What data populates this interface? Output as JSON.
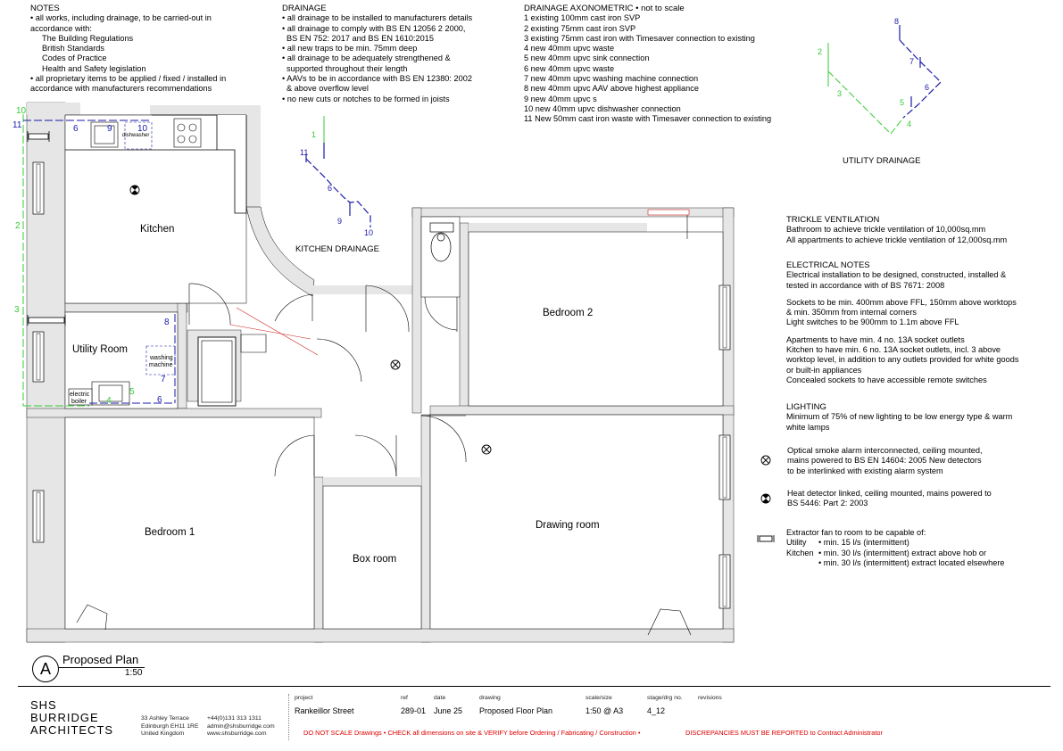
{
  "notes": {
    "title": "NOTES",
    "lines": [
      "• all works, including drainage, to be carried-out in",
      "accordance with:",
      "The Building Regulations",
      "British Standards",
      "Codes of Practice",
      "Health and Safety legislation",
      "• all proprietary items to be applied / fixed / installed in",
      "accordance with manufacturers recommendations"
    ]
  },
  "drainage": {
    "title": "DRAINAGE",
    "lines": [
      "• all drainage to be installed to manufacturers details",
      "• all drainage to comply with BS EN 12056 2 2000,",
      "BS EN 752: 2017 and BS EN 1610:2015",
      "• all new traps to be min. 75mm deep",
      "• all drainage to be adequately strengthened &",
      "supported throughout their length",
      "• AAVs to be in accordance with BS EN 12380: 2002",
      "& above overflow level",
      "• no new cuts or notches to be formed in joists"
    ]
  },
  "axonometric": {
    "title": "DRAINAGE AXONOMETRIC • not to scale",
    "items": [
      "1 existing 100mm cast iron SVP",
      "2 existing 75mm cast iron SVP",
      "3 existing 75mm cast iron  with Timesaver connection to existing",
      "4 new 40mm upvc waste",
      "5 new 40mm upvc sink connection",
      "6 new 40mm upvc waste",
      "7 new 40mm upvc washing machine connection",
      "8 new 40mm upvc AAV above highest appliance",
      "9 new 40mm upvc s",
      "10 new 40mm upvc dishwasher connection",
      "11 New 50mm cast iron waste with Timesaver connection to existing"
    ]
  },
  "diagram_labels": {
    "utility_drainage": "UTILITY DRAINAGE",
    "kitchen_drainage": "KITCHEN DRAINAGE",
    "kitchen_nums": [
      "1",
      "11",
      "6",
      "9",
      "10"
    ],
    "utility_nums": [
      "8",
      "2",
      "7",
      "6",
      "3",
      "5",
      "4"
    ]
  },
  "trickle": {
    "title": "TRICKLE VENTILATION",
    "lines": [
      "Bathroom to achieve trickle ventilation of 10,000sq.mm",
      "All appartments to achieve trickle ventilation of 12,000sq.mm"
    ]
  },
  "electrical": {
    "title": "ELECTRICAL NOTES",
    "p1": [
      "Electrical installation to be designed, constructed, installed &",
      "tested in accordance with of BS 7671: 2008"
    ],
    "p2": [
      "Sockets to be min. 400mm above FFL, 150mm above worktops",
      "& min. 350mm from internal corners",
      "Light switches to be 900mm to 1.1m above FFL"
    ],
    "p3": [
      "Apartments to have min. 4 no. 13A socket outlets",
      "Kitchen to have min. 6 no. 13A socket outlets, incl. 3 above",
      "worktop level, in addition to any outlets provided for white goods",
      "or built-in appliances",
      "Concealed sockets to have accessible remote switches"
    ]
  },
  "lighting": {
    "title": "LIGHTING",
    "lines": [
      "Minimum of 75% of new lighting to be low energy type & warm",
      "white lamps"
    ]
  },
  "legend": {
    "smoke": [
      "Optical smoke alarm interconnected, ceiling mounted,",
      "mains powered  to BS EN 14604: 2005 New detectors",
      "to be interlinked with existing alarm system"
    ],
    "heat": [
      "Heat detector linked, ceiling mounted, mains powered  to",
      "BS 5446: Part 2: 2003"
    ],
    "extractor_title": "Extractor fan to  room to be capable of:",
    "extractor_utility_label": "Utility",
    "extractor_utility": "• min. 15 l/s (intermittent)",
    "extractor_kitchen_label": "Kitchen",
    "extractor_kitchen_1": "• min. 30 l/s (intermittent) extract above hob or",
    "extractor_kitchen_2": "• min. 30 l/s (intermittent) extract located elsewhere"
  },
  "rooms": {
    "kitchen": "Kitchen",
    "utility": "Utility Room",
    "bedroom2": "Bedroom 2",
    "bedroom1": "Bedroom 1",
    "boxroom": "Box room",
    "drawing": "Drawing room",
    "washing": "washing",
    "machine": "machine",
    "electric": "electric",
    "boiler": "boiler",
    "dishwasher": "dishwasher"
  },
  "plan_marks": {
    "k_nums": [
      "10",
      "11",
      "6",
      "9",
      "10"
    ],
    "left_nums": [
      "2",
      "3"
    ],
    "u_nums": [
      "8",
      "7",
      "4",
      "5",
      "6"
    ]
  },
  "plan_title": {
    "letter": "A",
    "title": "Proposed Plan",
    "scale": "1:50"
  },
  "titleblock": {
    "logo": [
      "SHS",
      "BURRIDGE",
      "ARCHITECTS"
    ],
    "address": [
      "33 Ashley Terrace",
      "Edinburgh EH11 1RE",
      "United Kingdom"
    ],
    "contact": [
      "+44(0)131 313 1311",
      "admin@shsburridge.com",
      "www.shsburridge.com"
    ],
    "project_label": "project",
    "project": "Rankeillor Street",
    "ref_label": "ref",
    "ref": "289-01",
    "date_label": "date",
    "date": "June 25",
    "drawing_label": "drawing",
    "drawing": "Proposed Floor Plan",
    "scale_label": "scale/size",
    "scale": "1:50 @ A3",
    "stage_label": "stage/drg no.",
    "stage": "4_12",
    "revisions_label": "revisions",
    "warning_left": "DO NOT SCALE Drawings  •  CHECK all dimensions on site & VERIFY before Ordering / Fabricating / Construction   •",
    "warning_right": "DISCREPANCIES MUST BE REPORTED to Contract Administrator"
  }
}
